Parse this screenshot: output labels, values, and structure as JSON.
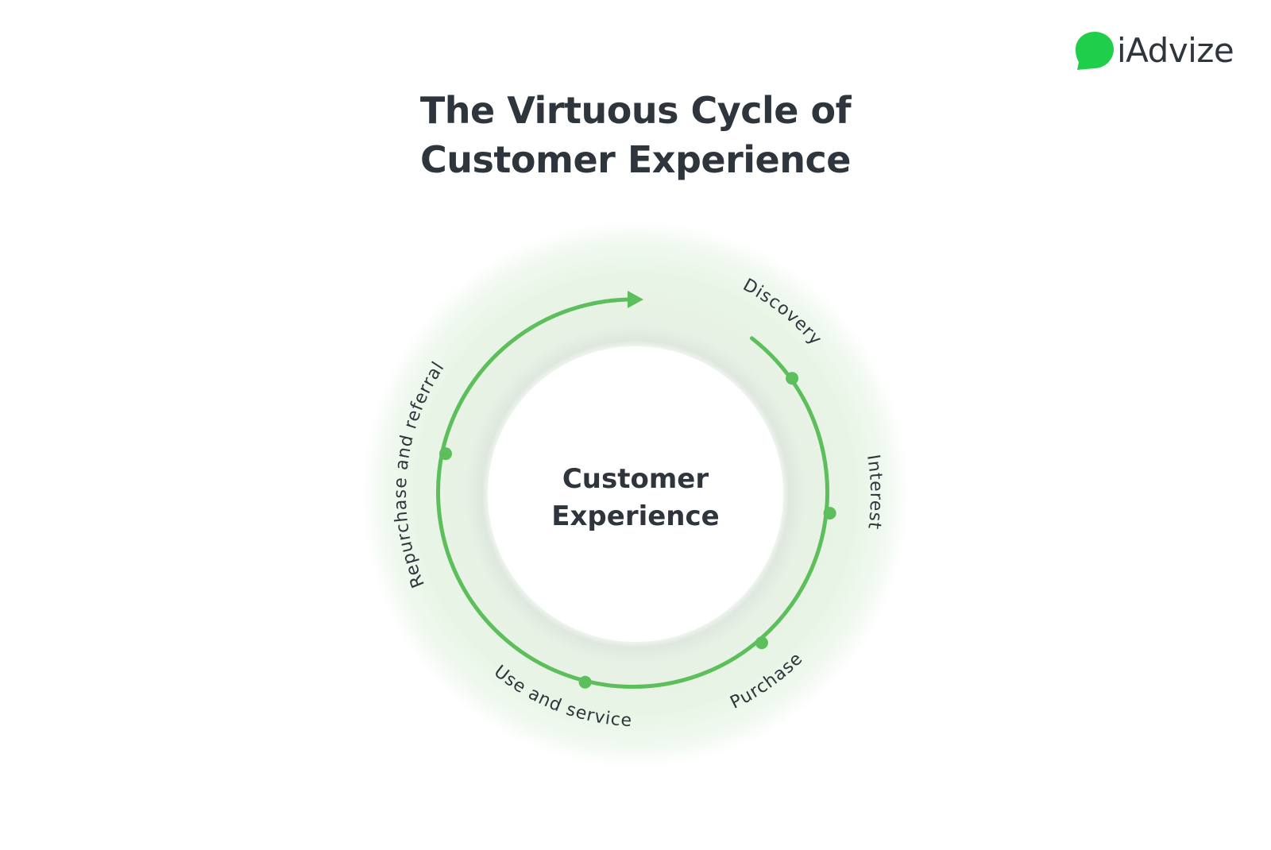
{
  "logo": {
    "text": "iAdvize"
  },
  "title": {
    "line1": "The Virtuous Cycle of",
    "line2": "Customer Experience"
  },
  "center": {
    "line1": "Customer",
    "line2": "Experience"
  },
  "stages": {
    "discovery": "Discovery",
    "interest": "Interest",
    "purchase": "Purchase",
    "use": "Use and service",
    "repurchase": "Repurchase and referral"
  },
  "colors": {
    "accent": "#5cbf5c",
    "brand_green": "#1fcf4c",
    "text": "#2f353d",
    "ring": "#e6f4e4"
  }
}
